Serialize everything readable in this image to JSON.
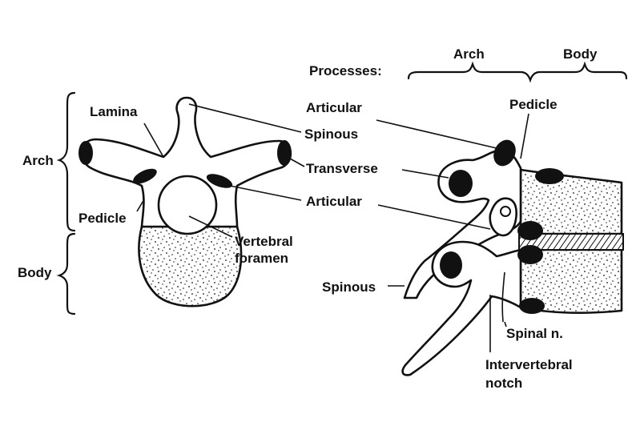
{
  "left_view": {
    "arch": "Arch",
    "body": "Body",
    "lamina": "Lamina",
    "pedicle": "Pedicle",
    "vertebral": "Vertebral",
    "foramen": "foramen"
  },
  "right_view": {
    "processes": "Processes:",
    "arch": "Arch",
    "body": "Body",
    "articular_top": "Articular",
    "spinous_top": "Spinous",
    "transverse": "Transverse",
    "articular_mid": "Articular",
    "pedicle": "Pedicle",
    "spinous_bottom": "Spinous",
    "spinal_n": "Spinal n.",
    "intervertebral": "Intervertebral",
    "notch": "notch"
  },
  "colors": {
    "ink": "#111111",
    "background": "#ffffff"
  }
}
